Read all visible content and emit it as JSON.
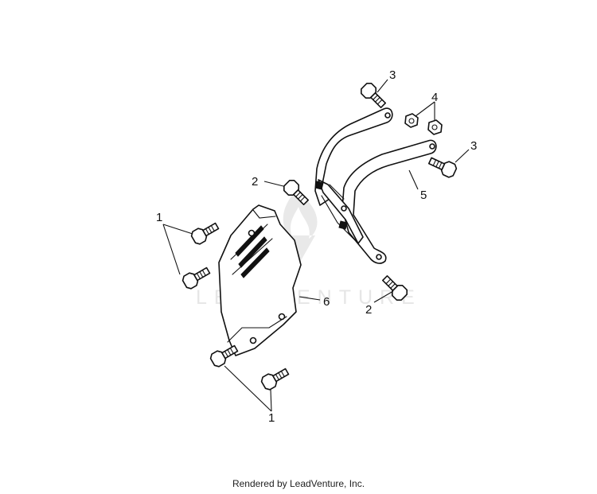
{
  "diagram": {
    "callouts": {
      "c1a": "1",
      "c1b": "1",
      "c2a": "2",
      "c2b": "2",
      "c3a": "3",
      "c3b": "3",
      "c4": "4",
      "c5": "5",
      "c6": "6"
    },
    "watermark": "LEADVENTURE"
  },
  "footer": {
    "text": "Rendered by LeadVenture, Inc."
  },
  "colors": {
    "line": "#111111",
    "watermark": "#e6e6e6",
    "background": "#ffffff"
  }
}
